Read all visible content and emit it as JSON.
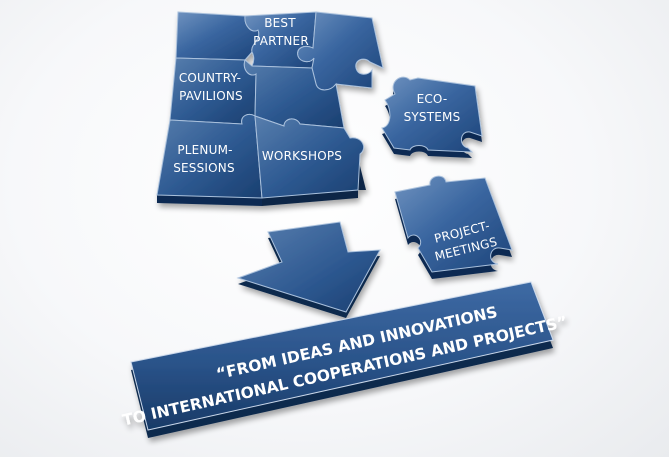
{
  "colors": {
    "piece_top": "#5b7fae",
    "piece_mid": "#2f5b93",
    "piece_dark": "#173a68",
    "piece_side": "#102c52",
    "seam": "#a9c0dc",
    "label": "#ffffff"
  },
  "pieces": {
    "best_partner": [
      "BEST",
      "PARTNER"
    ],
    "country_pavilions": [
      "COUNTRY-",
      "PAVILIONS"
    ],
    "plenum_sessions": [
      "PLENUM-",
      "SESSIONS"
    ],
    "workshops": [
      "WORKSHOPS"
    ],
    "eco_systems": [
      "ECO-",
      "SYSTEMS"
    ],
    "project_meetings": [
      "PROJECT-",
      "MEETINGS"
    ]
  },
  "banner": {
    "line1": "“FROM IDEAS AND INNOVATIONS",
    "line2": "TO INTERNATIONAL COOPERATIONS AND PROJECTS”"
  },
  "arrow": {
    "icon": "down-arrow-icon"
  }
}
